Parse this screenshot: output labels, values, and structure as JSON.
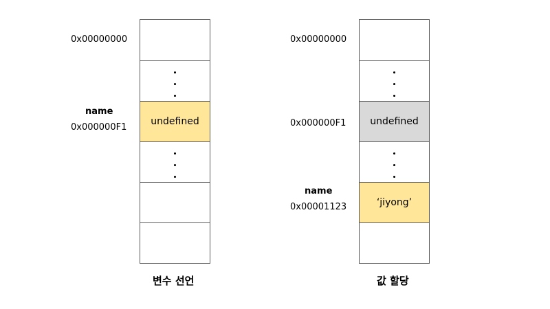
{
  "colors": {
    "border": "#595959",
    "declared_fill": "#FFE699",
    "freed_fill": "#D9D9D9",
    "assigned_fill": "#FFE699"
  },
  "left": {
    "address_top": "0x00000000",
    "variable_name": "name",
    "variable_address": "0x000000F1",
    "cell_value": "undefined",
    "caption": "변수 선언"
  },
  "right": {
    "address_top": "0x00000000",
    "old_address": "0x000000F1",
    "old_value": "undefined",
    "variable_name": "name",
    "variable_address": "0x00001123",
    "cell_value": "‘jiyong’",
    "caption": "값 할당"
  }
}
